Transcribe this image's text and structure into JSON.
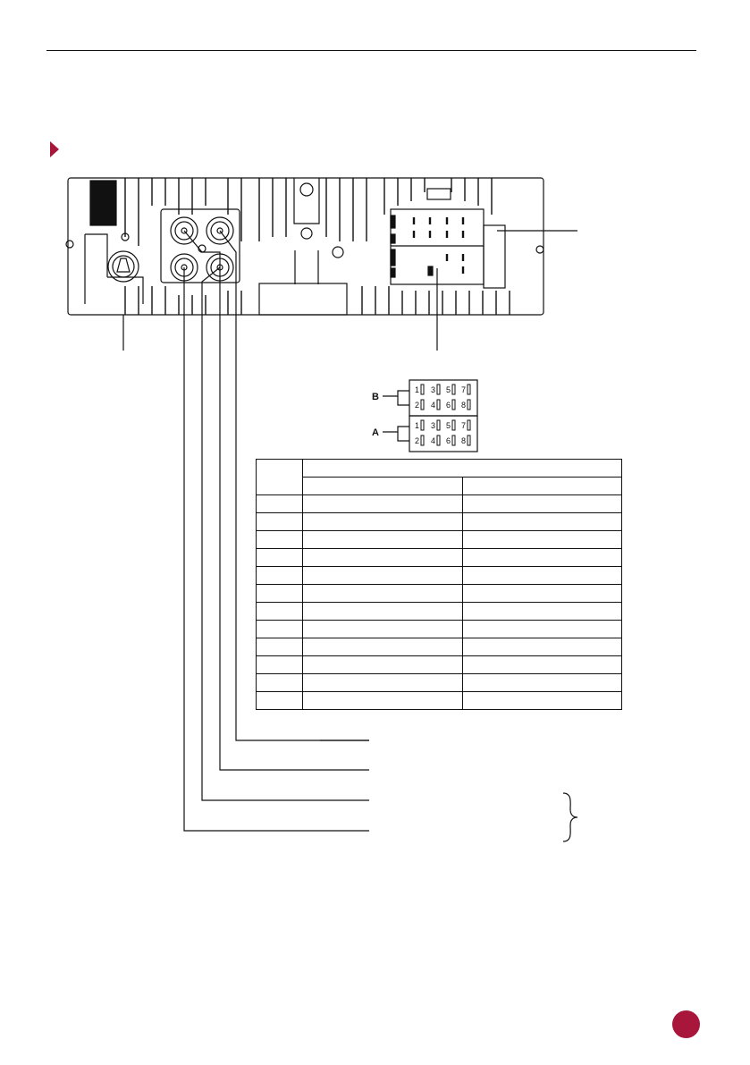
{
  "connector": {
    "label_a": "A",
    "label_b": "B",
    "block_b_pins": [
      "1",
      "2",
      "3",
      "4",
      "5",
      "6",
      "7",
      "8"
    ],
    "block_a_pins": [
      "1",
      "2",
      "3",
      "4",
      "5",
      "6",
      "7",
      "8"
    ]
  },
  "pin_table": {
    "header": [
      "",
      ""
    ],
    "subheader": [
      "",
      ""
    ],
    "rows": [
      [
        "",
        "",
        ""
      ],
      [
        "",
        "",
        ""
      ],
      [
        "",
        "",
        ""
      ],
      [
        "",
        "",
        ""
      ],
      [
        "",
        "",
        ""
      ],
      [
        "",
        "",
        ""
      ],
      [
        "",
        "",
        ""
      ],
      [
        "",
        "",
        ""
      ],
      [
        "",
        "",
        ""
      ],
      [
        "",
        "",
        ""
      ],
      [
        "",
        "",
        ""
      ],
      [
        "",
        "",
        ""
      ]
    ]
  },
  "colors": {
    "accent": "#a8163b",
    "line": "#111111"
  },
  "icons": {
    "section_marker": "triangle-right-icon",
    "page_badge": "circle-badge-icon"
  }
}
